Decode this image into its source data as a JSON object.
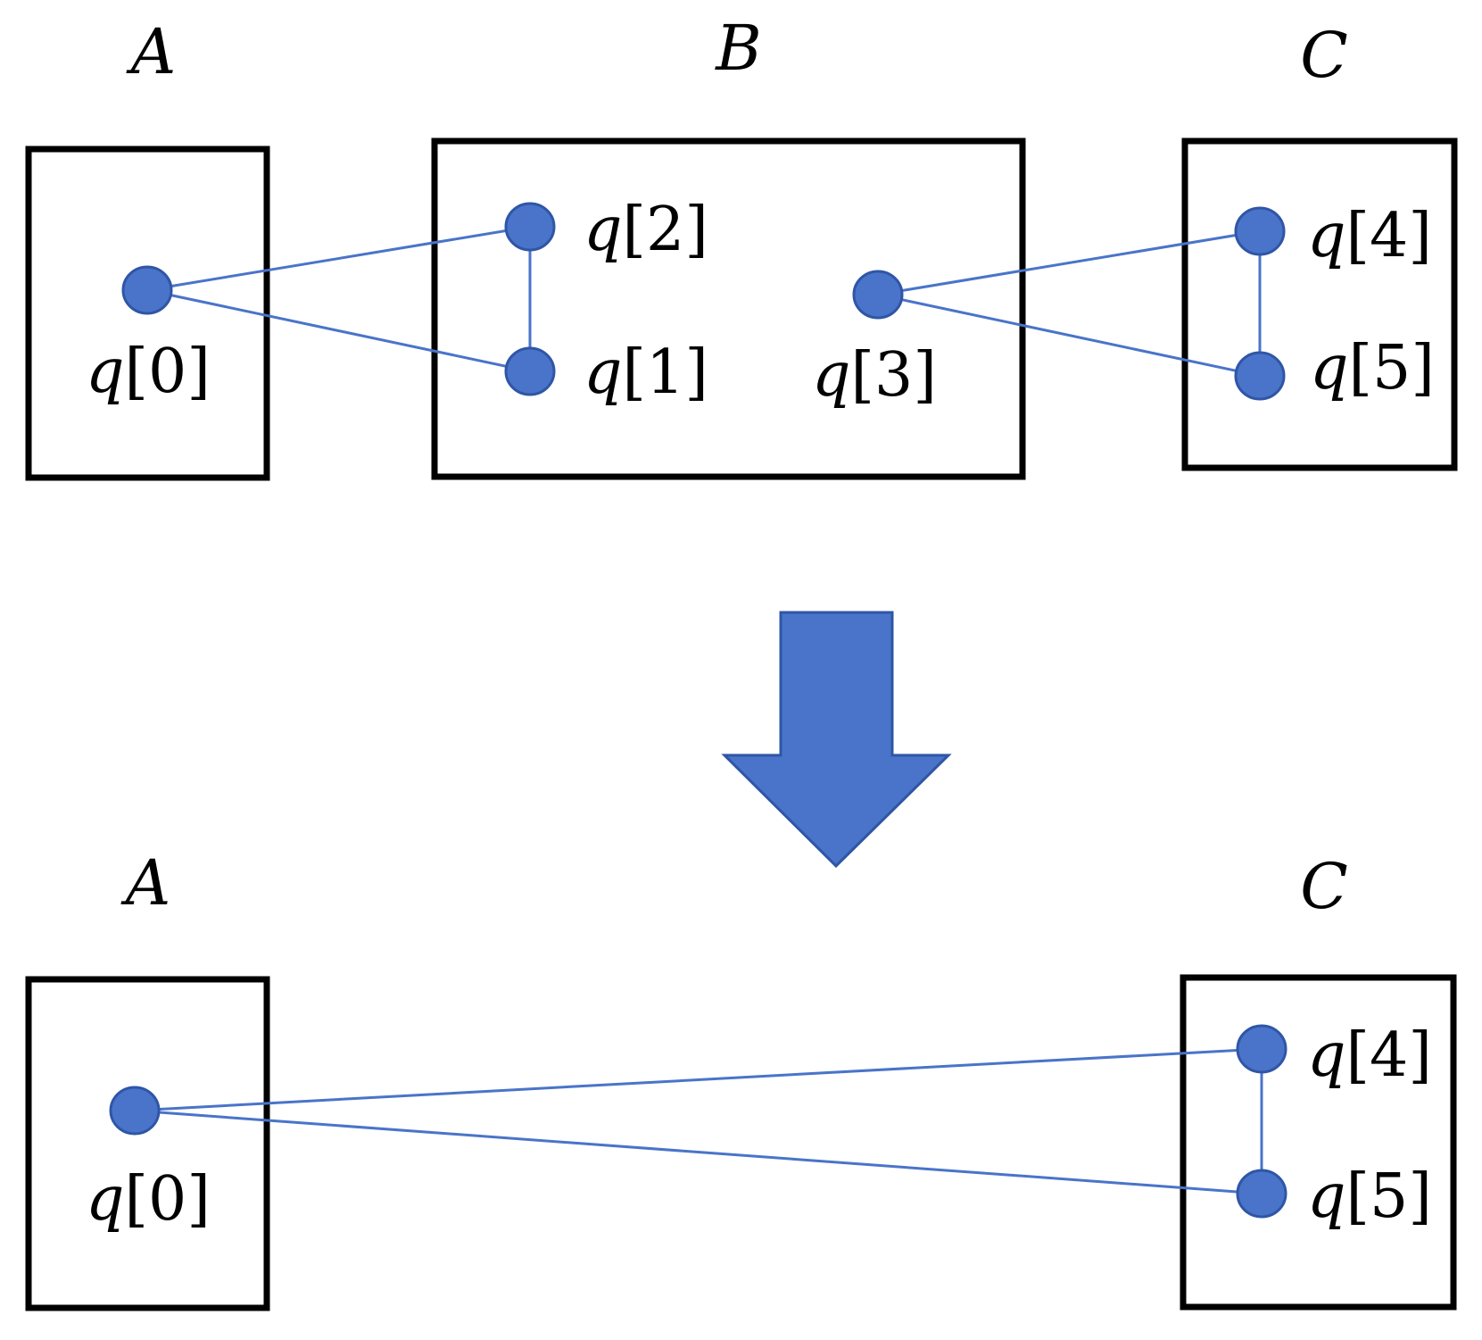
{
  "colors": {
    "accent": "#4A74C9",
    "accent_stroke": "#2F56A6",
    "box": "#000000"
  },
  "top": {
    "groups": {
      "a": "A",
      "b": "B",
      "c": "C"
    },
    "qubits": {
      "q0": {
        "name": "q",
        "index": "[0]"
      },
      "q1": {
        "name": "q",
        "index": "[1]"
      },
      "q2": {
        "name": "q",
        "index": "[2]"
      },
      "q3": {
        "name": "q",
        "index": "[3]"
      },
      "q4": {
        "name": "q",
        "index": "[4]"
      },
      "q5": {
        "name": "q",
        "index": "[5]"
      }
    }
  },
  "bottom": {
    "groups": {
      "a": "A",
      "c": "C"
    },
    "qubits": {
      "q0": {
        "name": "q",
        "index": "[0]"
      },
      "q4": {
        "name": "q",
        "index": "[4]"
      },
      "q5": {
        "name": "q",
        "index": "[5]"
      }
    }
  },
  "icons": {
    "transition": "down-arrow-icon"
  }
}
